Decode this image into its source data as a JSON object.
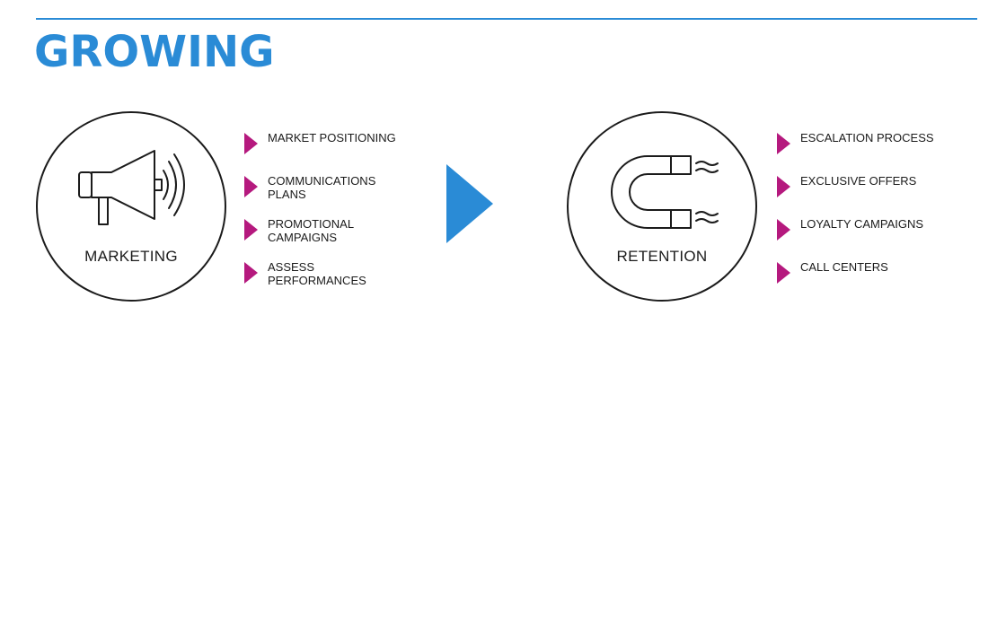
{
  "title": "GROWING",
  "colors": {
    "accent": "#2a8bd6",
    "bullet": "#b5197e",
    "ink": "#1b1b1b"
  },
  "stages": [
    {
      "label": "MARKETING",
      "icon": "megaphone-icon",
      "items": [
        "MARKET POSITIONING",
        "COMMUNICATIONS PLANS",
        "PROMOTIONAL CAMPAIGNS",
        "ASSESS PERFORMANCES"
      ]
    },
    {
      "label": "RETENTION",
      "icon": "magnet-icon",
      "items": [
        "ESCALATION PROCESS",
        "EXCLUSIVE OFFERS",
        "LOYALTY CAMPAIGNS",
        "CALL CENTERS"
      ]
    }
  ],
  "connector_icon": "play-arrow-icon"
}
